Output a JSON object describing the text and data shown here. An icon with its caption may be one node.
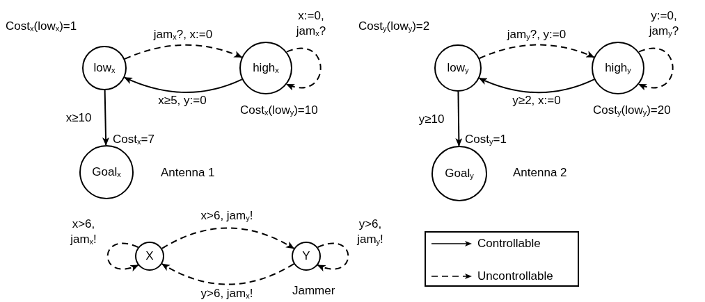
{
  "diagram": {
    "nodes": [
      {
        "text": [
          "low$_{x}$"
        ],
        "beside": [
          "Cost$_{x}$(low$_{x}$)=1"
        ]
      },
      {
        "text": [
          "high$_{x}$"
        ],
        "beside": [
          "Cost$_{x}$(low$_{y}$)=10"
        ]
      },
      {
        "text": [
          "Goal$_{x}$"
        ]
      },
      {
        "text": [
          "low$_{y}$"
        ],
        "beside": [
          "Cost$_{y}$(low$_{y}$)=2"
        ]
      },
      {
        "text": [
          "high$_{y}$"
        ],
        "beside": [
          "Cost$_{y}$(low$_{y}$)=20"
        ]
      },
      {
        "text": [
          "Goal$_{y}$"
        ]
      },
      {
        "text": [
          "X"
        ]
      },
      {
        "text": [
          "Y"
        ]
      }
    ],
    "edges": [
      {
        "from": 0,
        "to": 1,
        "arrow": "to",
        "style": "dashed",
        "label": "jam$_{x}$?, x:=0"
      },
      {
        "from": 1,
        "to": 1,
        "arrow": "to",
        "style": "dashed",
        "label": "x:=0, jam$_{x}$?"
      },
      {
        "from": 1,
        "to": 0,
        "arrow": "to",
        "label": "x≥5, y:=0"
      },
      {
        "from": 0,
        "to": 2,
        "arrow": "to",
        "label": "x≥10"
      },
      {
        "from": 3,
        "to": 4,
        "arrow": "to",
        "style": "dashed",
        "label": "jam$_{y}$?, y:=0"
      },
      {
        "from": 4,
        "to": 4,
        "arrow": "to",
        "style": "dashed",
        "label": "y:=0, jam$_{y}$?"
      },
      {
        "from": 4,
        "to": 3,
        "arrow": "to",
        "label": "y≥2, x:=0"
      },
      {
        "from": 3,
        "to": 5,
        "arrow": "to",
        "label": "y≥10"
      },
      {
        "from": 6,
        "to": 6,
        "arrow": "to",
        "style": "dashed",
        "label": "x>6, jam$_{x}$!"
      },
      {
        "from": 6,
        "to": 7,
        "arrow": "to",
        "style": "dashed",
        "label": "x>6, jam$_{y}$!"
      },
      {
        "from": 7,
        "to": 7,
        "arrow": "to",
        "style": "dashed",
        "label": "y>6, jam$_{y}$!"
      },
      {
        "from": 7,
        "to": 6,
        "arrow": "to",
        "style": "dashed",
        "label": "y>6, jam$_{x}$!"
      }
    ],
    "labels": [
      "Cost$_{x}$=7",
      "Antenna 1",
      "Cost$_{y}$=1",
      "Antenna 2",
      "Jammer"
    ],
    "legend": [
      {
        "text": "Controllable"
      },
      {
        "text": "Uncontrollable"
      }
    ]
  }
}
